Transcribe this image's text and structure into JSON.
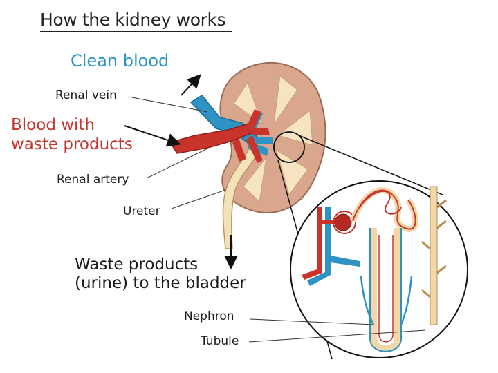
{
  "title": "How the kidney works",
  "labels": {
    "clean_blood": "Clean blood",
    "renal_vein": "Renal vein",
    "blood_with_waste_line1": "Blood with",
    "blood_with_waste_line2": "waste products",
    "renal_artery": "Renal artery",
    "ureter": "Ureter",
    "waste_to_bladder_line1": "Waste products",
    "waste_to_bladder_line2": "(urine) to the bladder",
    "nephron": "Nephron",
    "tubule": "Tubule"
  },
  "colors": {
    "clean_blood_text": "#2b95c6",
    "waste_text": "#c8342c",
    "artery_red": "#c8342c",
    "vein_blue": "#2f92c4",
    "kidney_tan": "#d8a78e",
    "medulla_cream": "#f6e3c2",
    "tubule_cream": "#f3d7a8"
  }
}
